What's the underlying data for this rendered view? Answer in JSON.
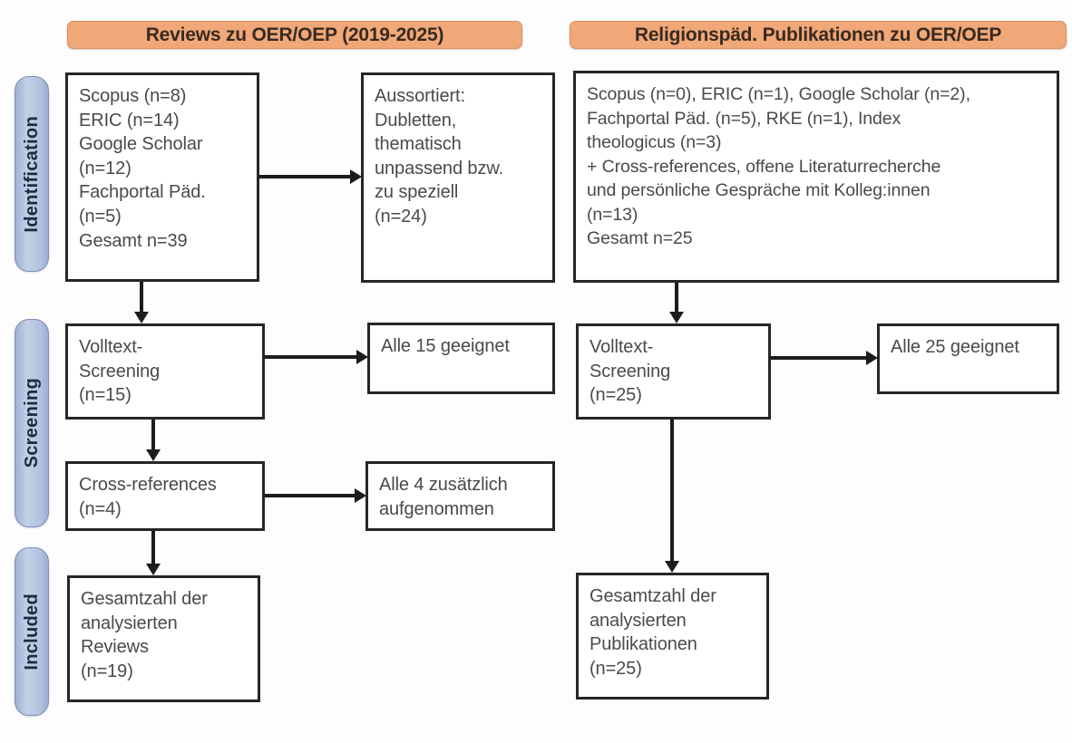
{
  "figure": {
    "type": "prisma-flow-diagram",
    "columns": [
      {
        "id": "reviews",
        "header": "Reviews zu OER/OEP (2019-2025)"
      },
      {
        "id": "religionspaed",
        "header": "Religionspäd. Publikationen zu OER/OEP"
      }
    ],
    "stages": [
      {
        "id": "identification",
        "label": "Identification"
      },
      {
        "id": "screening",
        "label": "Screening"
      },
      {
        "id": "included",
        "label": "Included"
      }
    ],
    "colors": {
      "header_fill": "#f0a878",
      "header_border": "#d98f5e",
      "stage_pill_fill": "#b4c2de",
      "stage_pill_border": "#7b8fb5",
      "box_border": "#262626",
      "box_fill": "#ffffff",
      "text": "#4a4a4a",
      "connector": "#1c1c1c"
    }
  },
  "left": {
    "sources": "Scopus (n=8)\nERIC (n=14)\nGoogle Scholar\n(n=12)\nFachportal Päd.\n(n=5)\nGesamt n=39",
    "excluded": "Aussortiert:\nDubletten,\nthematisch\nunpassend bzw.\nzu speziell\n(n=24)",
    "fulltext": "Volltext-\nScreening\n(n=15)",
    "eligible": "Alle 15 geeignet",
    "crossrefs": "Cross-references\n(n=4)",
    "crossrefs_added": "Alle 4 zusätzlich\naufgenommen",
    "included": "Gesamtzahl der\nanalysierten\nReviews\n(n=19)"
  },
  "right": {
    "sources": "Scopus (n=0), ERIC (n=1), Google Scholar (n=2),\nFachportal Päd. (n=5), RKE (n=1), Index\ntheologicus (n=3)\n+ Cross-references, offene Literaturrecherche\nund persönliche Gespräche mit Kolleg:innen\n(n=13)\nGesamt n=25",
    "fulltext": "Volltext-\nScreening\n(n=25)",
    "eligible": "Alle 25 geeignet",
    "included": "Gesamtzahl der\nanalysierten\nPublikationen\n(n=25)"
  },
  "chart_data": {
    "type": "table",
    "title": "PRISMA Flow Diagram",
    "series": [
      {
        "name": "Reviews zu OER/OEP (2019-2025)",
        "records": [
          {
            "stage": "Identification",
            "source": "Scopus",
            "n": 8
          },
          {
            "stage": "Identification",
            "source": "ERIC",
            "n": 14
          },
          {
            "stage": "Identification",
            "source": "Google Scholar",
            "n": 12
          },
          {
            "stage": "Identification",
            "source": "Fachportal Päd.",
            "n": 5
          },
          {
            "stage": "Identification",
            "source": "Gesamt",
            "n": 39
          },
          {
            "stage": "Identification",
            "source": "Aussortiert (Dubletten, thematisch unpassend bzw. zu speziell)",
            "n": 24
          },
          {
            "stage": "Screening",
            "source": "Volltext-Screening",
            "n": 15
          },
          {
            "stage": "Screening",
            "source": "Alle geeignet",
            "n": 15
          },
          {
            "stage": "Screening",
            "source": "Cross-references",
            "n": 4
          },
          {
            "stage": "Screening",
            "source": "Alle zusätzlich aufgenommen",
            "n": 4
          },
          {
            "stage": "Included",
            "source": "Gesamtzahl der analysierten Reviews",
            "n": 19
          }
        ]
      },
      {
        "name": "Religionspäd. Publikationen zu OER/OEP",
        "records": [
          {
            "stage": "Identification",
            "source": "Scopus",
            "n": 0
          },
          {
            "stage": "Identification",
            "source": "ERIC",
            "n": 1
          },
          {
            "stage": "Identification",
            "source": "Google Scholar",
            "n": 2
          },
          {
            "stage": "Identification",
            "source": "Fachportal Päd.",
            "n": 5
          },
          {
            "stage": "Identification",
            "source": "RKE",
            "n": 1
          },
          {
            "stage": "Identification",
            "source": "Index theologicus",
            "n": 3
          },
          {
            "stage": "Identification",
            "source": "Cross-references, offene Literaturrecherche und persönliche Gespräche mit Kolleg:innen",
            "n": 13
          },
          {
            "stage": "Identification",
            "source": "Gesamt",
            "n": 25
          },
          {
            "stage": "Screening",
            "source": "Volltext-Screening",
            "n": 25
          },
          {
            "stage": "Screening",
            "source": "Alle geeignet",
            "n": 25
          },
          {
            "stage": "Included",
            "source": "Gesamtzahl der analysierten Publikationen",
            "n": 25
          }
        ]
      }
    ]
  }
}
